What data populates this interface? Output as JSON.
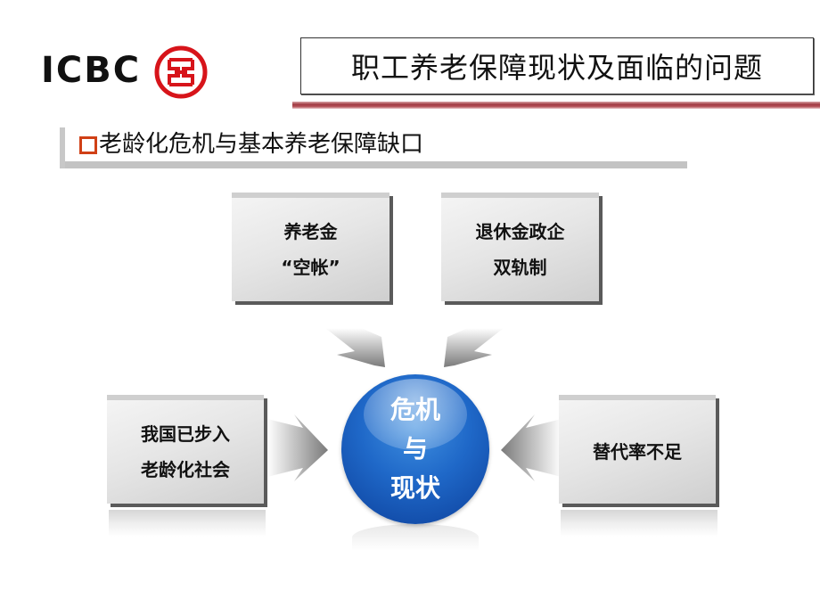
{
  "logo": {
    "text": "ICBC",
    "mark_color": "#d7141a",
    "icon": "icbc-seal-icon"
  },
  "title": {
    "text": "职工养老保障现状及面临的问题",
    "rule_color": "#a13a42"
  },
  "subtitle": {
    "bullet_icon": "hollow-square-bullet-icon",
    "bullet_color": "#d04016",
    "text": "老龄化危机与基本养老保障缺口"
  },
  "diagram": {
    "center": {
      "lines": [
        "危机",
        "与",
        "现状"
      ],
      "color": "#1f68c8"
    },
    "boxes": {
      "top_left": {
        "lines": [
          "养老金",
          "“空帐”"
        ]
      },
      "top_right": {
        "lines": [
          "退休金政企",
          "双轨制"
        ]
      },
      "left": {
        "lines": [
          "我国已步入",
          "老龄化社会"
        ]
      },
      "right": {
        "lines": [
          "替代率不足"
        ]
      }
    },
    "arrows": [
      "arrow-from-top-left",
      "arrow-from-top-right",
      "arrow-from-left",
      "arrow-from-right"
    ]
  }
}
